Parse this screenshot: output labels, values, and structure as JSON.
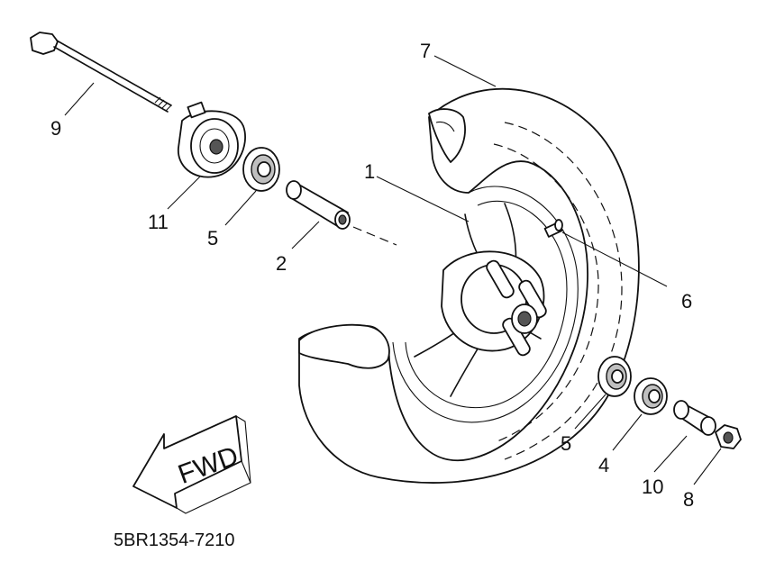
{
  "diagram": {
    "callouts": [
      {
        "id": "c7",
        "text": "7"
      },
      {
        "id": "c9",
        "text": "9"
      },
      {
        "id": "c1",
        "text": "1"
      },
      {
        "id": "c11",
        "text": "11"
      },
      {
        "id": "c5a",
        "text": "5"
      },
      {
        "id": "c2",
        "text": "2"
      },
      {
        "id": "c6",
        "text": "6"
      },
      {
        "id": "c5b",
        "text": "5"
      },
      {
        "id": "c4",
        "text": "4"
      },
      {
        "id": "c10",
        "text": "10"
      },
      {
        "id": "c8",
        "text": "8"
      }
    ],
    "direction_label": "FWD",
    "drawing_code": "5BR1354-7210"
  }
}
